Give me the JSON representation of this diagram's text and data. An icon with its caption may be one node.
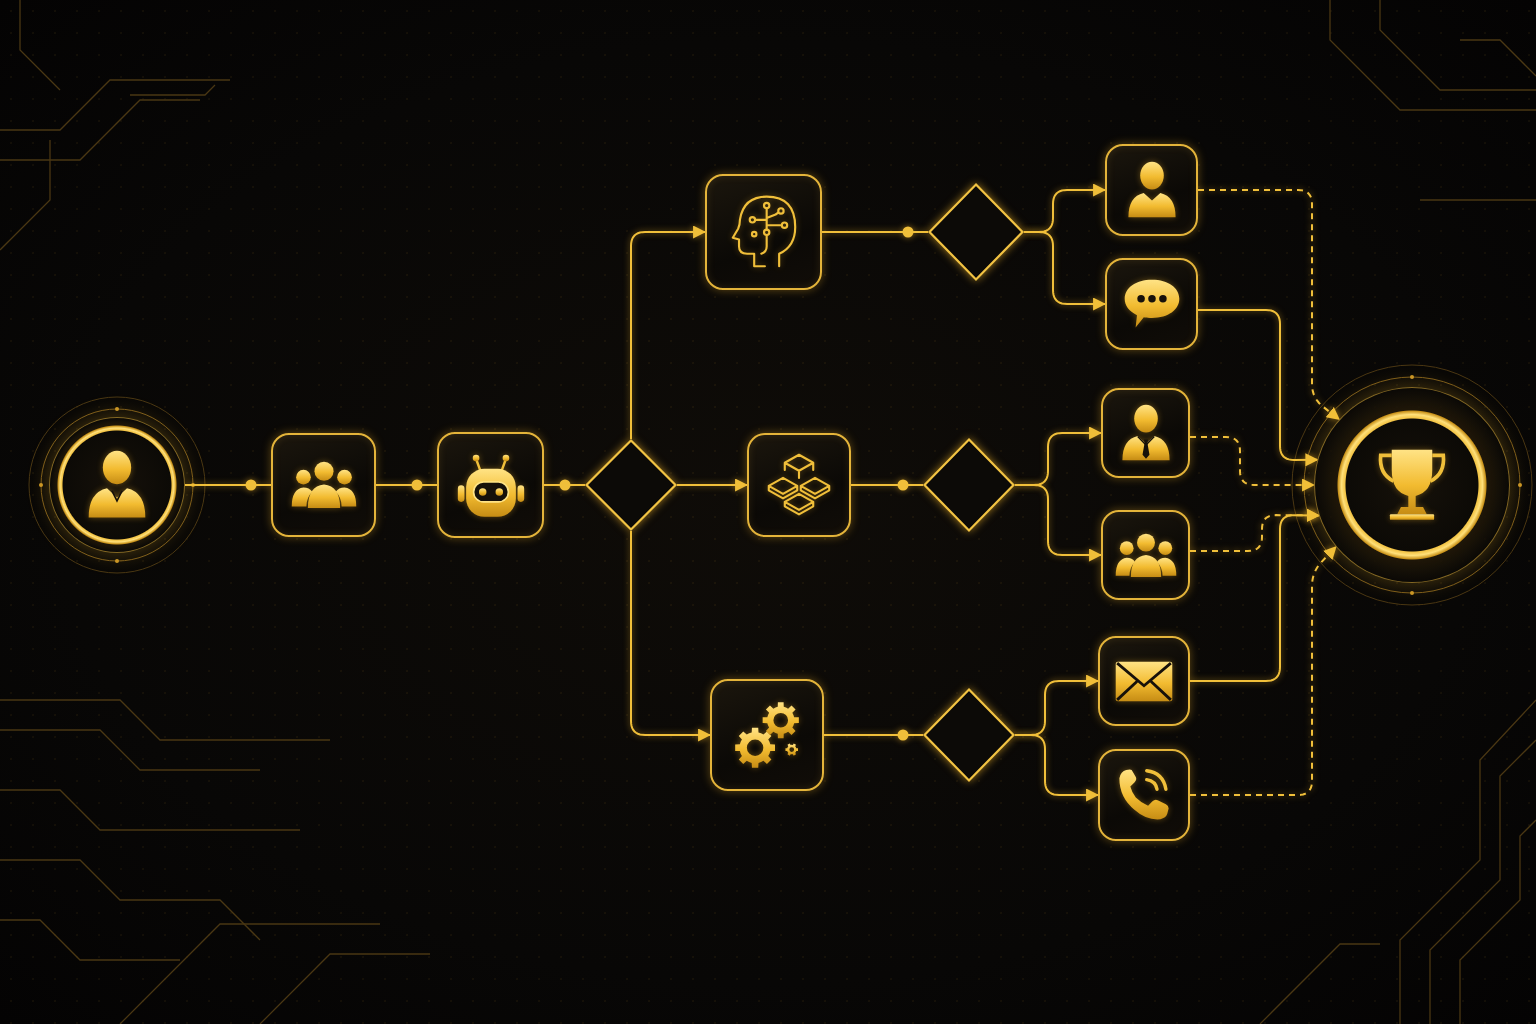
{
  "diagram": {
    "nodes": [
      {
        "text": [],
        "shape": "circle"
      },
      {
        "text": [],
        "shape": "box"
      },
      {
        "text": [],
        "shape": "box"
      },
      {
        "text": [],
        "shape": "diamond"
      },
      {
        "text": [],
        "shape": "box"
      },
      {
        "text": [],
        "shape": "box"
      },
      {
        "text": [],
        "shape": "box"
      },
      {
        "text": [],
        "shape": "diamond"
      },
      {
        "text": [],
        "shape": "diamond"
      },
      {
        "text": [],
        "shape": "diamond"
      },
      {
        "text": [],
        "shape": "box"
      },
      {
        "text": [],
        "shape": "box"
      },
      {
        "text": [],
        "shape": "box"
      },
      {
        "text": [],
        "shape": "box"
      },
      {
        "text": [],
        "shape": "box"
      },
      {
        "text": [],
        "shape": "box"
      },
      {
        "text": [],
        "shape": "circle"
      }
    ],
    "edges": [
      {
        "from": 0,
        "to": 1,
        "arrow": "other"
      },
      {
        "from": 1,
        "to": 2,
        "arrow": "other"
      },
      {
        "from": 2,
        "to": 3,
        "arrow": "other"
      },
      {
        "from": 3,
        "to": 4,
        "arrow": "to"
      },
      {
        "from": 3,
        "to": 5,
        "arrow": "to"
      },
      {
        "from": 3,
        "to": 6,
        "arrow": "to"
      },
      {
        "from": 4,
        "to": 7,
        "arrow": "other"
      },
      {
        "from": 5,
        "to": 8,
        "arrow": "other"
      },
      {
        "from": 6,
        "to": 9,
        "arrow": "other"
      },
      {
        "from": 7,
        "to": 10,
        "arrow": "to"
      },
      {
        "from": 7,
        "to": 11,
        "arrow": "to"
      },
      {
        "from": 8,
        "to": 12,
        "arrow": "to"
      },
      {
        "from": 8,
        "to": 13,
        "arrow": "to"
      },
      {
        "from": 9,
        "to": 14,
        "arrow": "to"
      },
      {
        "from": 9,
        "to": 15,
        "arrow": "to"
      },
      {
        "from": 10,
        "to": 16,
        "arrow": "to",
        "style": "dashed"
      },
      {
        "from": 11,
        "to": 16,
        "arrow": "to"
      },
      {
        "from": 12,
        "to": 16,
        "arrow": "to",
        "style": "dashed"
      },
      {
        "from": 13,
        "to": 16,
        "arrow": "to",
        "style": "dashed"
      },
      {
        "from": 14,
        "to": 16,
        "arrow": "to"
      },
      {
        "from": 15,
        "to": 16,
        "arrow": "to",
        "style": "dashed"
      }
    ]
  }
}
